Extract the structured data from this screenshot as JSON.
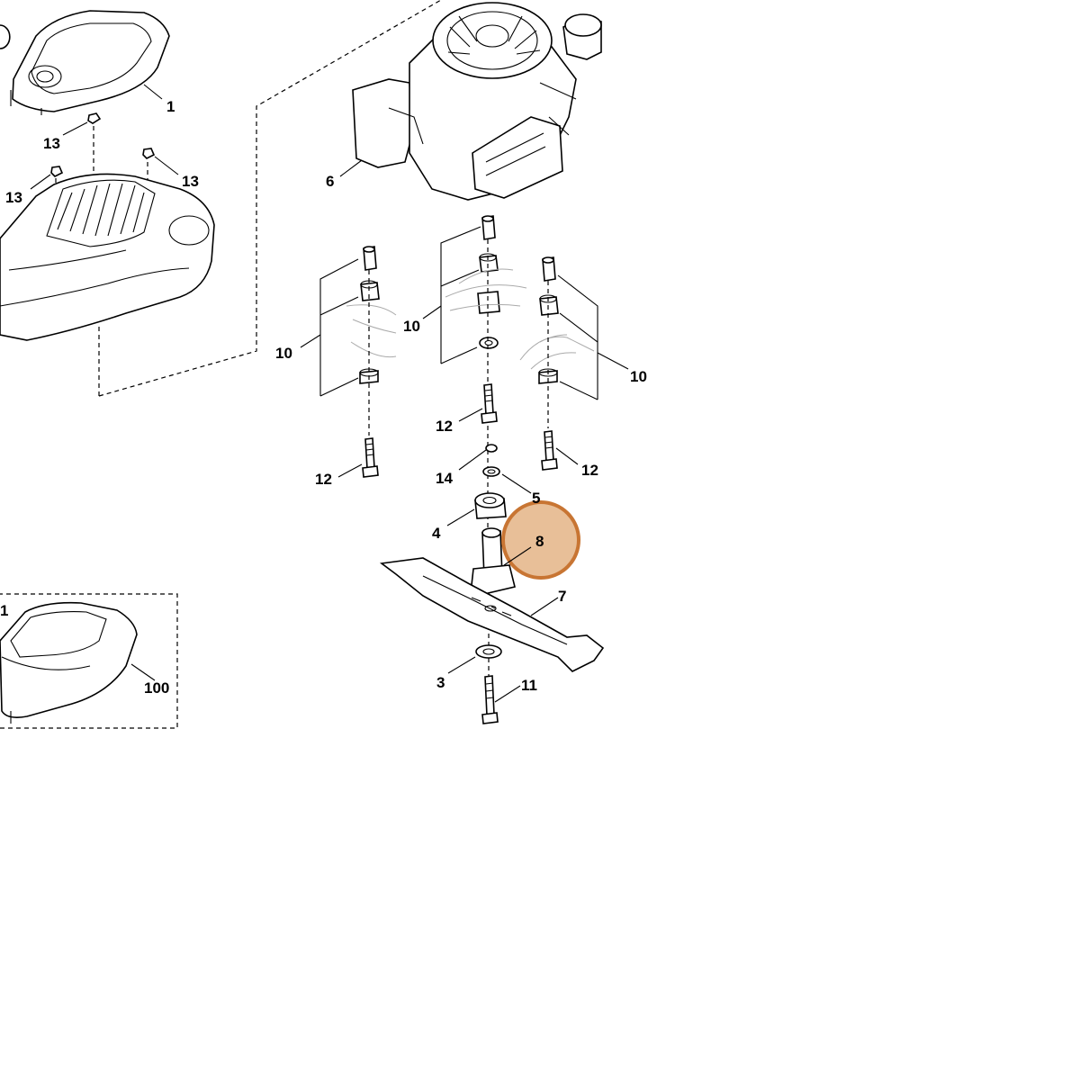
{
  "callouts": {
    "c1": "1",
    "c13a": "13",
    "c13b": "13",
    "c13c": "13",
    "c6": "6",
    "c10a": "10",
    "c10b": "10",
    "c10c": "10",
    "c12a": "12",
    "c12b": "12",
    "c12c": "12",
    "c14": "14",
    "c5": "5",
    "c4": "4",
    "c8": "8",
    "c7": "7",
    "c3": "3",
    "c11": "11",
    "c100": "100",
    "c1b": "1"
  },
  "highlight": {
    "label": "8",
    "fill": "#e8bf98",
    "stroke": "#c87533"
  },
  "colors": {
    "line": "#000000",
    "background": "#ffffff"
  }
}
